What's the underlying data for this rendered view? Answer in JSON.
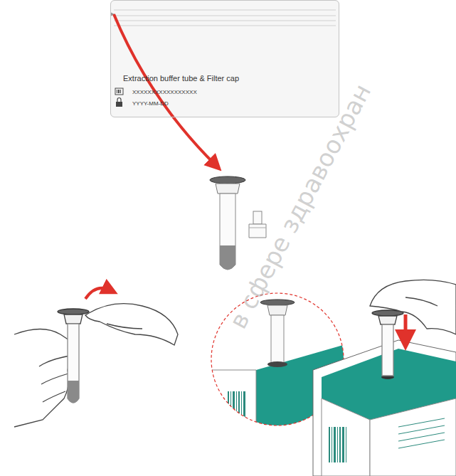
{
  "diagram": {
    "nodes": [
      {
        "text": [
          "Extraction buffer tube & Filter cap",
          "XXXXXXXXXXXXXXXXX",
          "YYYY-MM-DD"
        ]
      }
    ],
    "labels": [
      "в сфере здравоохран"
    ]
  }
}
